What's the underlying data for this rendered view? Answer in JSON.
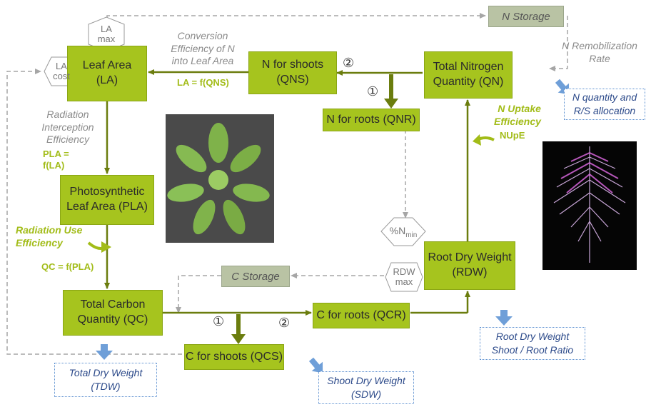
{
  "boxes": {
    "leaf_area": "Leaf Area\n(LA)",
    "n_shoots": "N for shoots\n(QNS)",
    "total_n": "Total Nitrogen\nQuantity (QN)",
    "n_roots": "N for roots (QNR)",
    "pla": "Photosynthetic\nLeaf Area (PLA)",
    "root_dw": "Root Dry Weight\n(RDW)",
    "total_c": "Total Carbon\nQuantity (QC)",
    "c_roots": "C for roots (QCR)",
    "c_shoots": "C for shoots (QCS)"
  },
  "storage": {
    "n_storage": "N Storage",
    "c_storage": "C Storage"
  },
  "hexagons": {
    "la_max": "LA\nmax",
    "la_cost": "LA\ncost",
    "n_min_base": "%N",
    "n_min_sub": "min",
    "rdw_max": "RDW\nmax"
  },
  "labels": {
    "conversion": "Conversion\nEfficiency of N\ninto Leaf Area",
    "n_remob": "N Remobilization\nRate",
    "rad_intercept": "Radiation\nInterception\nEfficiency",
    "la_formula": "LA = f(QNS)",
    "pla_formula": "PLA =\nf(LA)",
    "rue": "Radiation Use\nEfficiency",
    "qc_formula": "QC = f(PLA)",
    "nupe_title": "N Uptake\nEfficiency",
    "nupe": "NUpE"
  },
  "markers": {
    "one": "①",
    "two": "②"
  },
  "outputs": {
    "n_quantity": "N quantity and\nR/S allocation",
    "root_dw": "Root Dry Weight\nShoot / Root Ratio",
    "tdw": "Total Dry Weight\n(TDW)",
    "sdw": "Shoot Dry Weight\n(SDW)"
  },
  "colors": {
    "box_fill": "#a6c41e",
    "arrow": "#6b7d0e",
    "dashed": "#a6a6a6",
    "output_arrow": "#6f9fd8",
    "label_yellow": "#a2bc18"
  }
}
